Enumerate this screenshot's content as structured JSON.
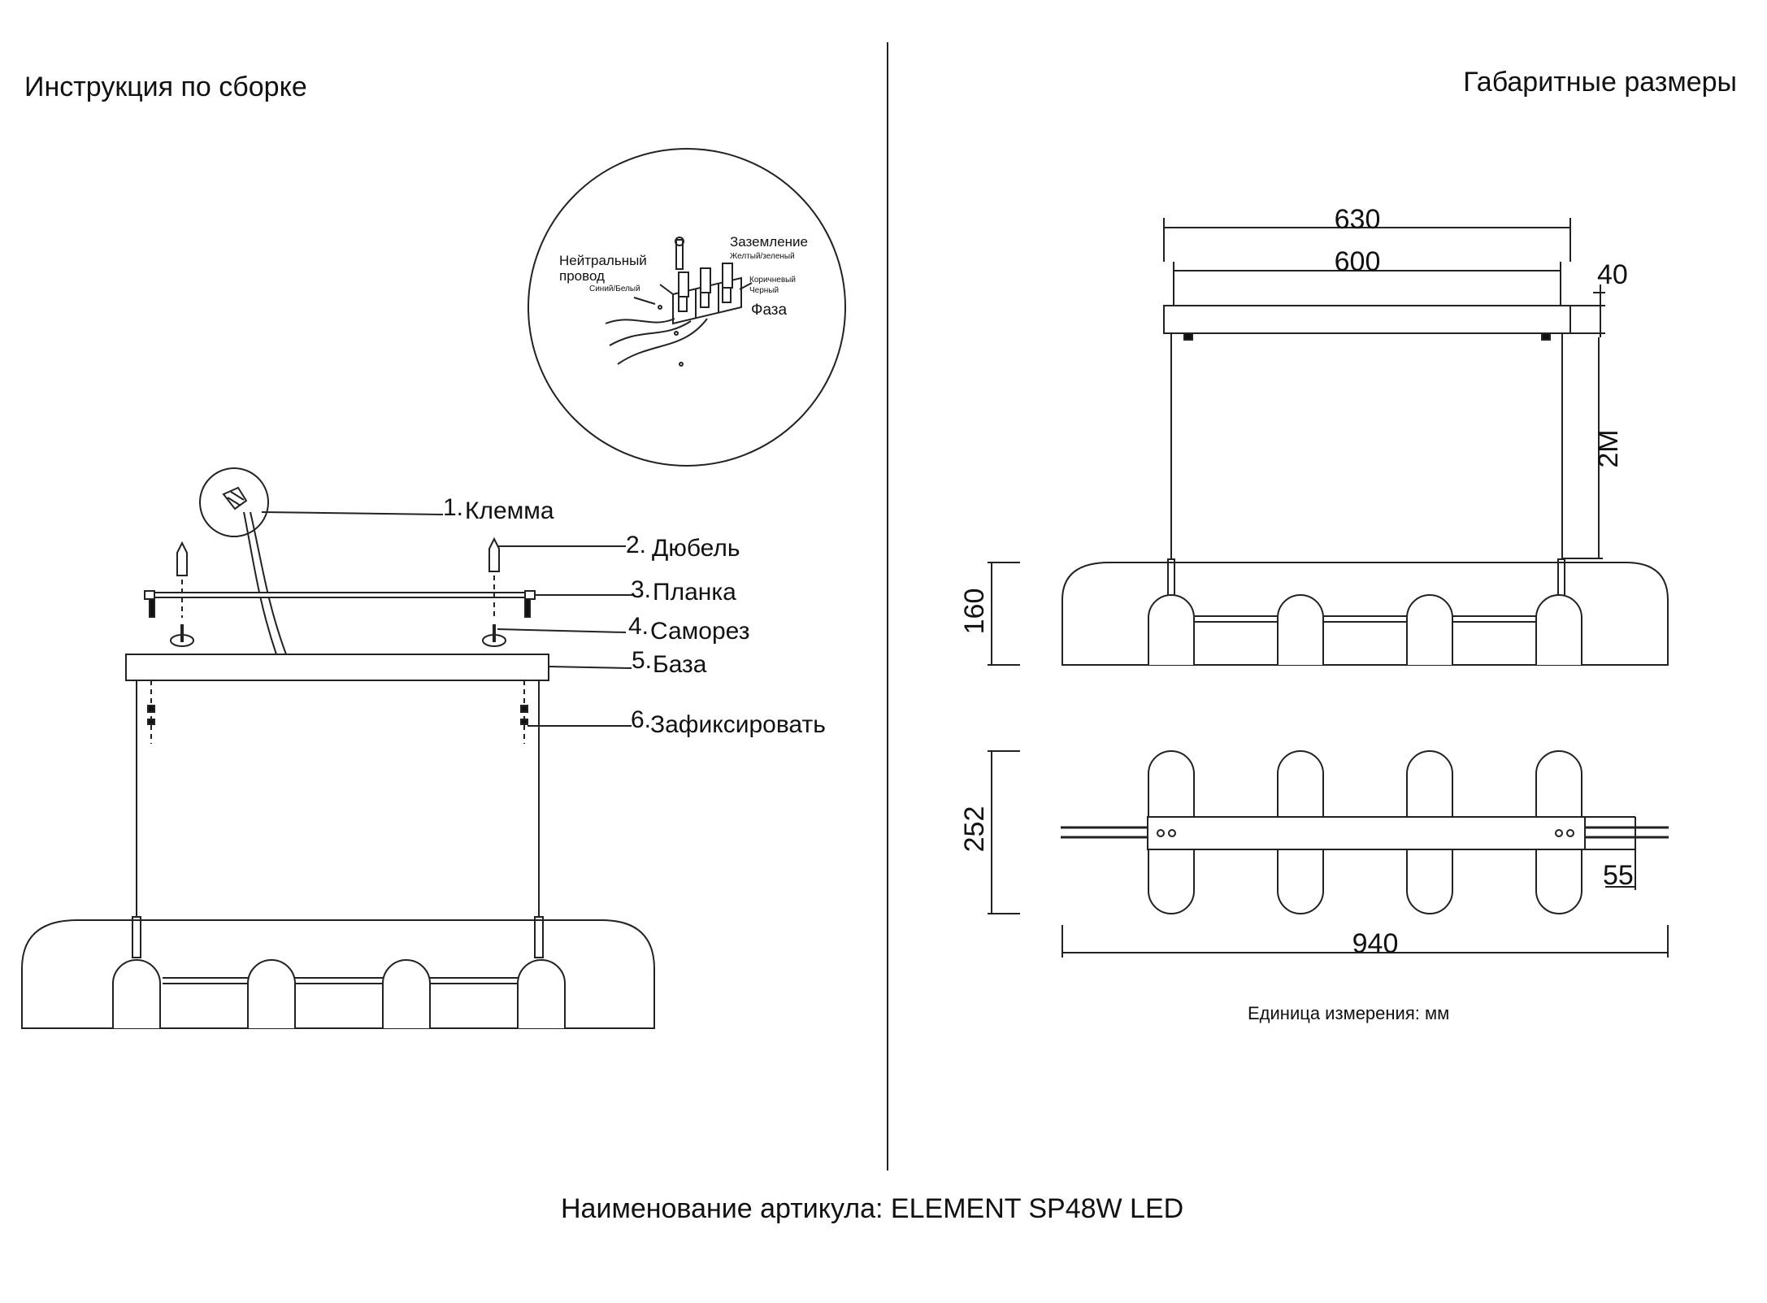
{
  "header": {
    "left_title": "Инструкция по сборке",
    "right_title": "Габаритные размеры"
  },
  "wiring": {
    "neutral": "Нейтральный",
    "neutral2": "провод",
    "neutral_color": "Синий/Белый",
    "ground": "Заземление",
    "ground_color": "Желтый/зеленый",
    "phase_color": "Коричневый",
    "phase_color2": "Черный",
    "phase": "Фаза"
  },
  "parts": [
    {
      "num": "1.",
      "label": "Клемма"
    },
    {
      "num": "2.",
      "label": "Дюбель"
    },
    {
      "num": "3.",
      "label": "Планка"
    },
    {
      "num": "4.",
      "label": "Саморез"
    },
    {
      "num": "5.",
      "label": "База"
    },
    {
      "num": "6.",
      "label": "Зафиксировать"
    }
  ],
  "dimensions": {
    "width_outer": "630",
    "width_inner": "600",
    "base_height": "40",
    "cable": "2M",
    "lamp_height": "160",
    "depth": "252",
    "base_width": "55",
    "total_length": "940"
  },
  "units": "Единица измерения: мм",
  "footer": "Наименование артикула: ELEMENT SP48W LED"
}
